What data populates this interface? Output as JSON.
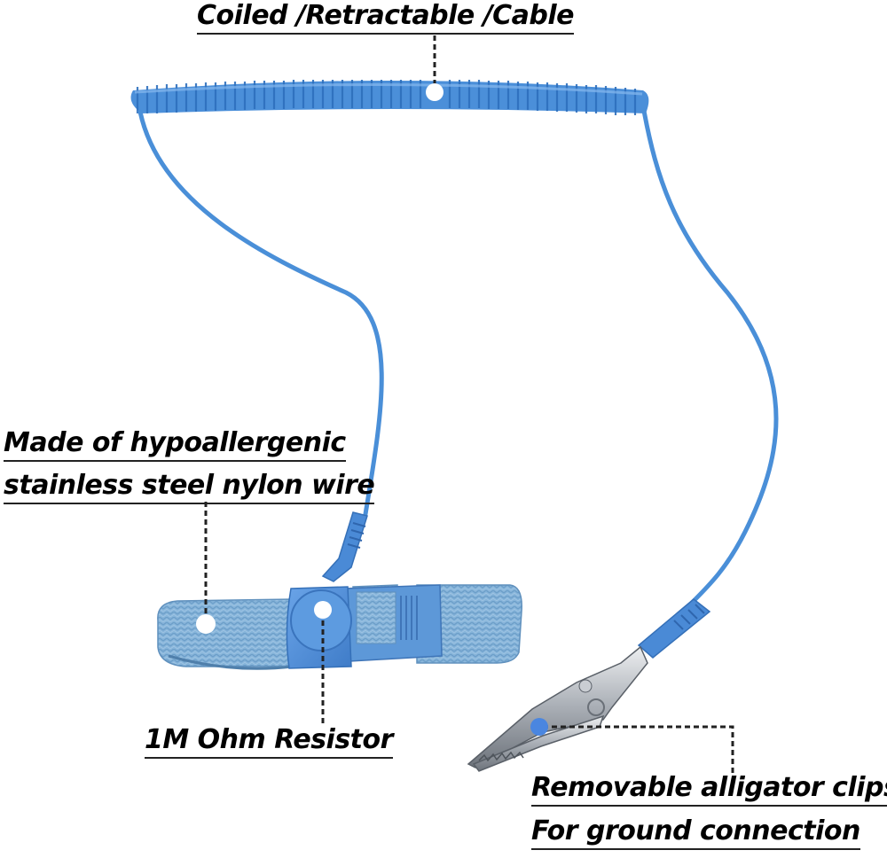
{
  "labels": {
    "cable": "Coiled /Retractable /Cable",
    "wire_line1": "Made of hypoallergenic",
    "wire_line2": "stainless steel nylon wire",
    "resistor": "1M Ohm Resistor",
    "clip_line1": "Removable alligator clips",
    "clip_line2": "For ground connection"
  },
  "colors": {
    "cable_blue": "#4a8fd8",
    "strap_blue": "#7fb0d8",
    "clip_steel": "#b8bcc2",
    "dot_blue": "#4a86e0"
  }
}
